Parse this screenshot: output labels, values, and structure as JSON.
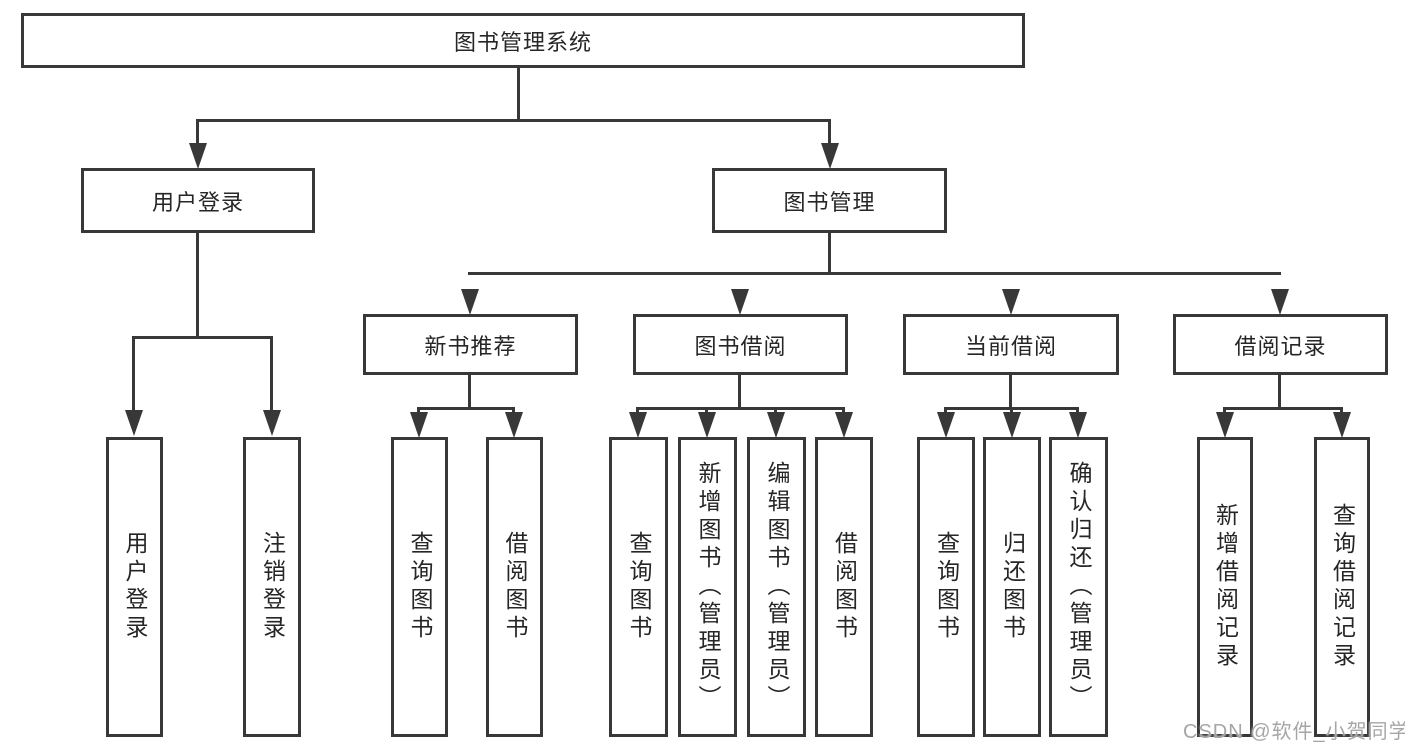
{
  "nodes": {
    "root": "图书管理系统",
    "user_login": "用户登录",
    "book_mgmt": "图书管理",
    "new_books": "新书推荐",
    "book_borrow": "图书借阅",
    "current_borrow": "当前借阅",
    "borrow_records": "借阅记录",
    "leaf_user_login": "用户登录",
    "leaf_logout": "注销登录",
    "nb_query": "查询图书",
    "nb_borrow": "借阅图书",
    "bb_query": "查询图书",
    "bb_add": "新增图书（管理员）",
    "bb_edit": "编辑图书（管理员）",
    "bb_borrow": "借阅图书",
    "cb_query": "查询图书",
    "cb_return": "归还图书",
    "cb_confirm": "确认归还（管理员）",
    "br_add": "新增借阅记录",
    "br_query": "查询借阅记录"
  },
  "edges": [
    {
      "from": "root",
      "to": [
        "user_login",
        "book_mgmt"
      ]
    },
    {
      "from": "user_login",
      "to": [
        "leaf_user_login",
        "leaf_logout"
      ]
    },
    {
      "from": "book_mgmt",
      "to": [
        "new_books",
        "book_borrow",
        "current_borrow",
        "borrow_records"
      ]
    },
    {
      "from": "new_books",
      "to": [
        "nb_query",
        "nb_borrow"
      ]
    },
    {
      "from": "book_borrow",
      "to": [
        "bb_query",
        "bb_add",
        "bb_edit",
        "bb_borrow"
      ]
    },
    {
      "from": "current_borrow",
      "to": [
        "cb_query",
        "cb_return",
        "cb_confirm"
      ]
    },
    {
      "from": "borrow_records",
      "to": [
        "br_add",
        "br_query"
      ]
    }
  ],
  "watermark": "CSDN @软件_小贺同学",
  "colors": {
    "line": "#383838",
    "text": "#262626",
    "background": "#ffffff",
    "watermark": "#a6a6a6"
  }
}
